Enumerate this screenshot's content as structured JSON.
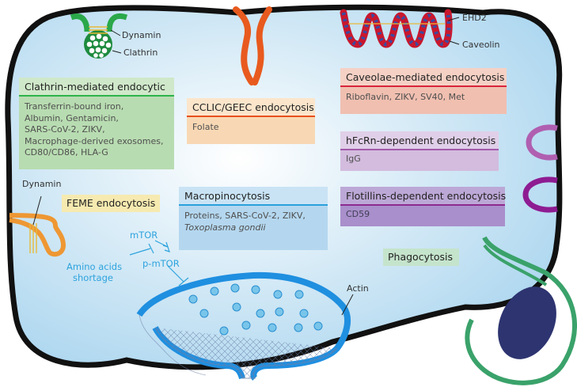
{
  "boxes": {
    "clathrin": {
      "title": "Clathrin-mediated endocytic",
      "lines": [
        "Transferrin-bound iron,",
        "Albumin, Gentamicin,",
        "SARS-CoV-2, ZIKV,",
        "Macrophage-derived exosomes,",
        "CD80/CD86, HLA-G"
      ],
      "color": "#2db34a"
    },
    "cclic": {
      "title": "CCLIC/GEEC endocytosis",
      "lines": [
        "Folate"
      ],
      "color": "#e8501e"
    },
    "caveolae": {
      "title": "Caveolae-mediated endocytosis",
      "lines": [
        "Riboflavin, ZIKV, SV40, Met"
      ],
      "color": "#d8253a"
    },
    "hfcrn": {
      "title": "hFcRn-dependent endocytosis",
      "lines": [
        "IgG"
      ],
      "color": "#a35bab"
    },
    "flotillins": {
      "title": "Flotillins-dependent endocytosis",
      "lines": [
        "CD59"
      ],
      "color": "#8d2a8f"
    },
    "macropinocytosis": {
      "title": "Macropinocytosis",
      "lines": [
        "Proteins, SARS-CoV-2, ZIKV,"
      ],
      "italic_line": "Toxoplasma gondii",
      "color": "#29a0dc"
    },
    "feme": {
      "title": "FEME endocytosis",
      "color": "#f0a040"
    },
    "phagocytosis": {
      "title": "Phagocytosis",
      "color": "#3aa26a"
    }
  },
  "labels": {
    "dynamin_top": "Dynamin",
    "clathrin": "Clathrin",
    "ehd2": "EHD2",
    "caveolin": "Caveolin",
    "dynamin_left": "Dynamin",
    "actin": "Actin",
    "mtor": "mTOR",
    "pmtor": "p-mTOR",
    "amino_line1": "Amino acids",
    "amino_line2": "shortage"
  }
}
